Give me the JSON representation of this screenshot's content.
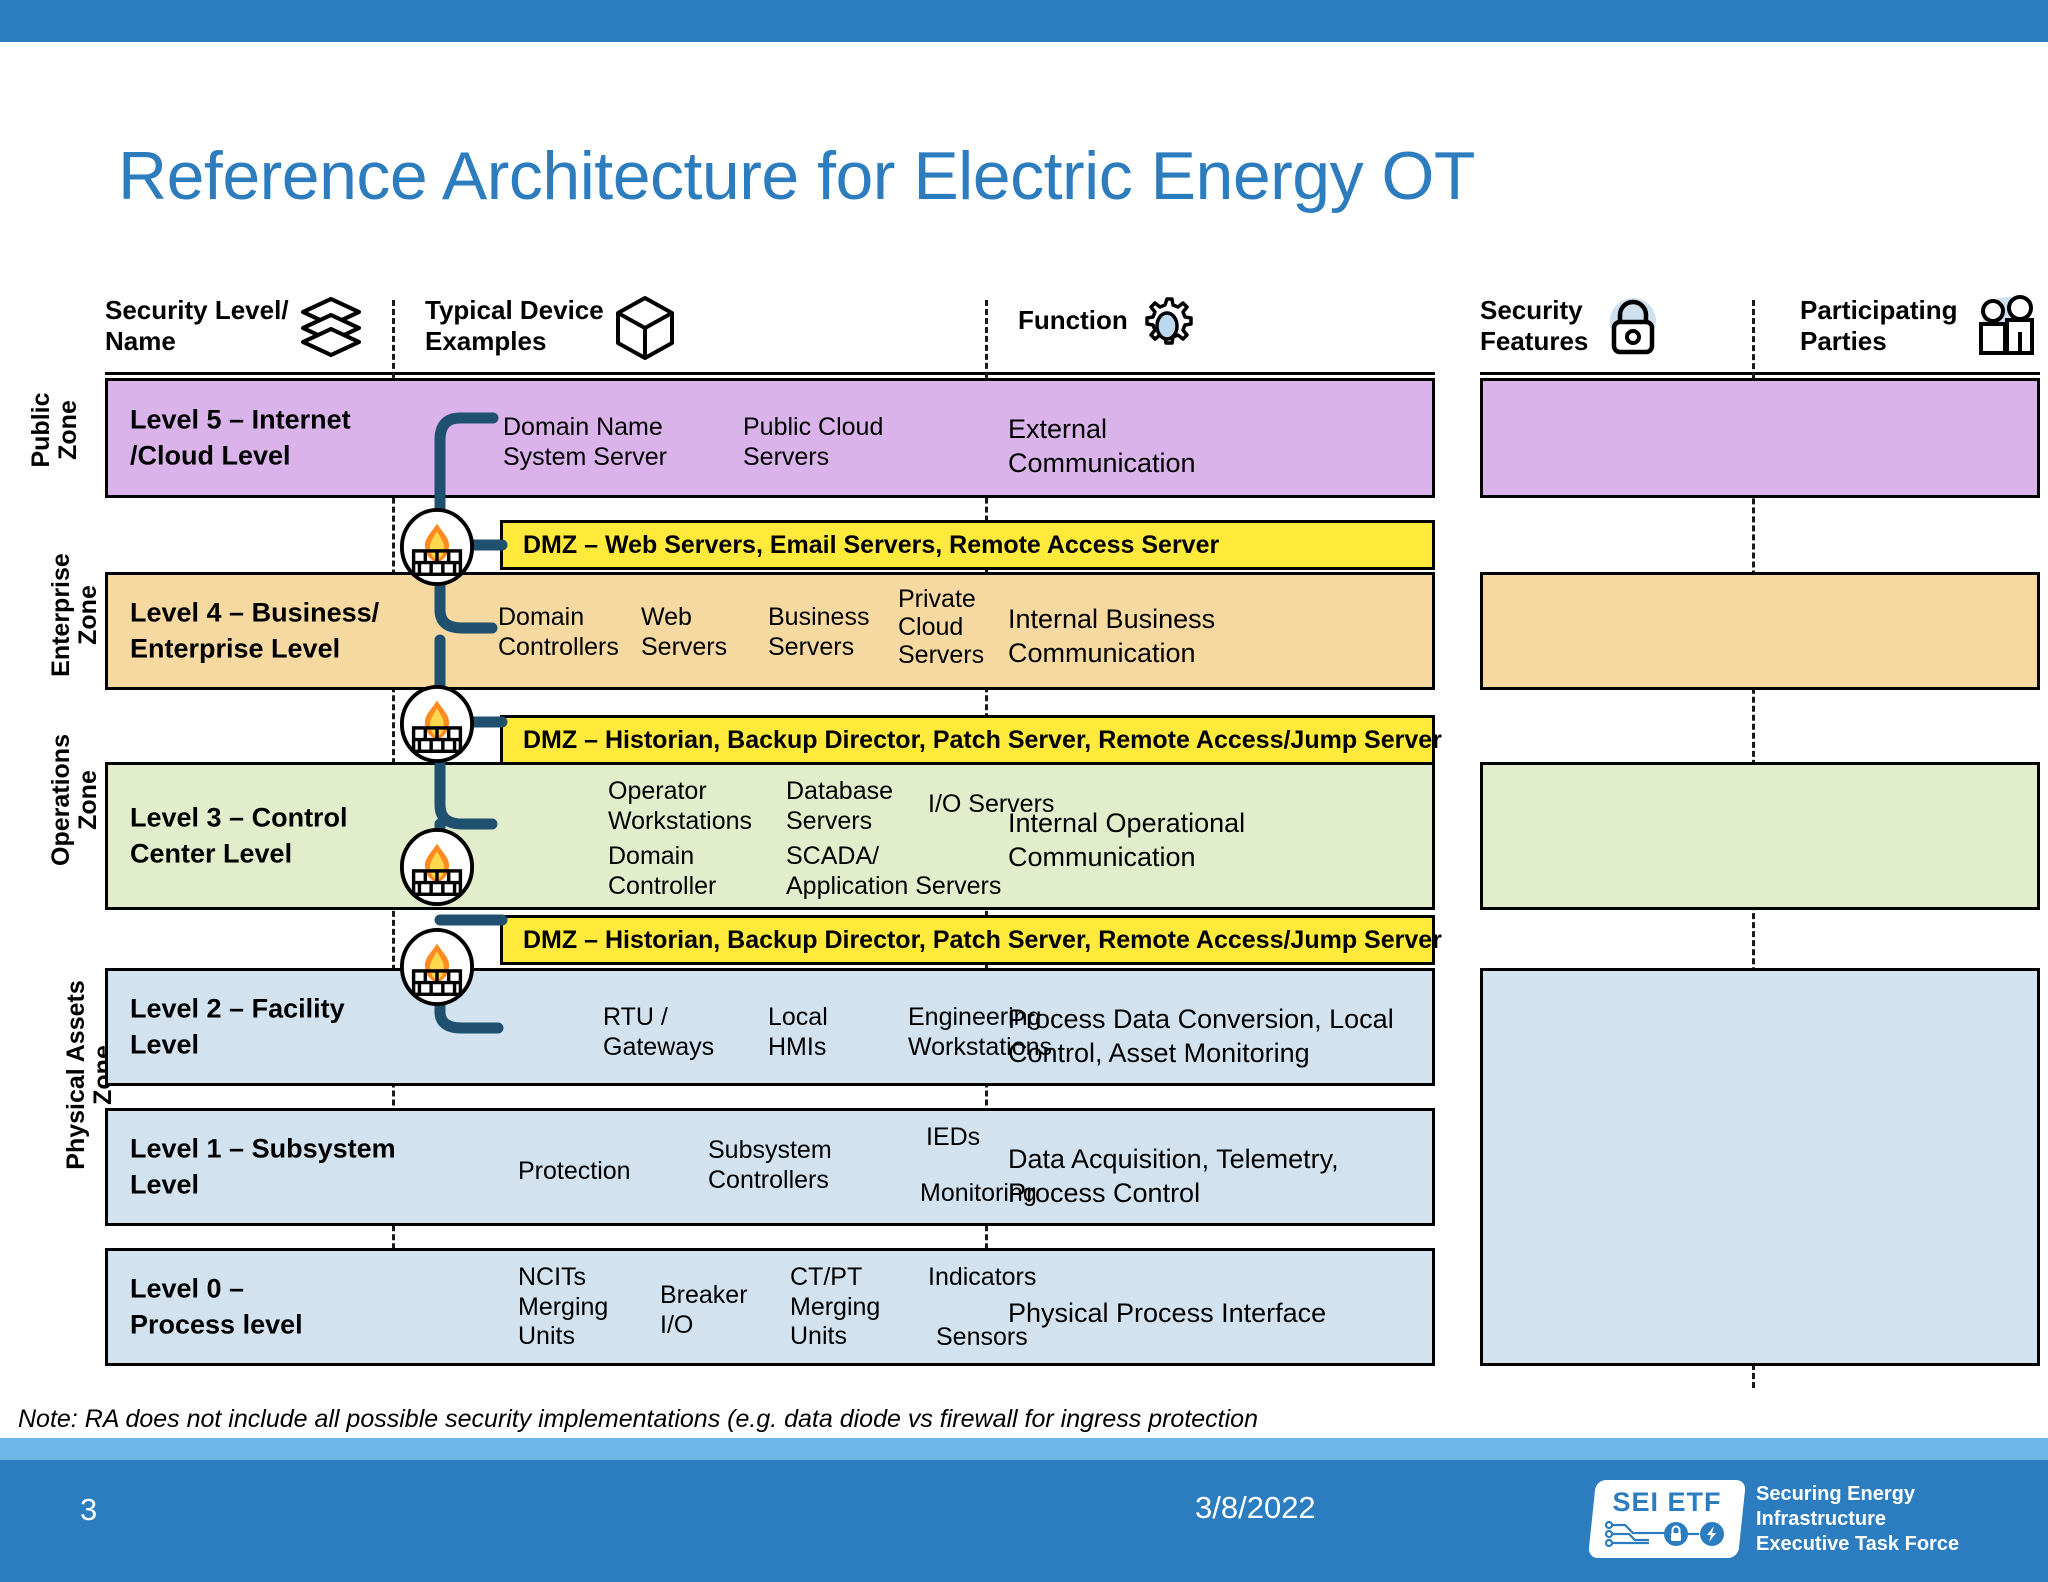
{
  "slide": {
    "title": "Reference Architecture for Electric Energy OT",
    "number": "3",
    "date": "3/8/2022",
    "note": "Note: RA does not include all possible security implementations (e.g. data diode vs firewall for ingress protection"
  },
  "logo": {
    "mark": "SEI ETF",
    "name": "Securing Energy\nInfrastructure\nExecutive Task Force",
    "icons": [
      "lock-icon",
      "lightning-bolt-icon",
      "circuit-icon"
    ]
  },
  "colors": {
    "title_blue": "#2d7cbd",
    "bar_blue": "#2c7cc0",
    "bar_light_blue": "#6cb6e8",
    "public_zone": "#d9b3ea",
    "enterprise_zone": "#f5d9a0",
    "operations_zone": "#e2eecb",
    "physical_zone": "#d2e3ef",
    "dmz_yellow": "#ffe93b",
    "connector": "#1f5070"
  },
  "columns": [
    {
      "id": "security-level-name",
      "label": "Security Level/\nName",
      "icon": "layers-icon"
    },
    {
      "id": "typical-device-examples",
      "label": "Typical Device\nExamples",
      "icon": "cube-icon"
    },
    {
      "id": "function",
      "label": "Function",
      "icon": "gear-icon"
    },
    {
      "id": "security-features",
      "label": "Security\nFeatures",
      "icon": "lock-icon"
    },
    {
      "id": "participating-parties",
      "label": "Participating\nParties",
      "icon": "people-icon"
    }
  ],
  "zones": [
    {
      "id": "public-zone",
      "label": "Public\nZone",
      "color": "#d9b3ea"
    },
    {
      "id": "enterprise-zone",
      "label": "Enterprise\nZone",
      "color": "#f5d9a0"
    },
    {
      "id": "operations-zone",
      "label": "Operations\nZone",
      "color": "#e2eecb"
    },
    {
      "id": "physical-assets-zone",
      "label": "Physical Assets Zone",
      "color": "#d2e3ef"
    }
  ],
  "levels": [
    {
      "id": "level-5",
      "name": "Level 5 – Internet\n/Cloud Level",
      "devices": [
        "Domain Name\nSystem Server",
        "Public Cloud\nServers"
      ],
      "function": "External\nCommunication",
      "color": "#d9b3ea"
    },
    {
      "id": "level-4",
      "name": "Level 4 – Business/\nEnterprise Level",
      "devices": [
        "Domain\nControllers",
        "Web\nServers",
        "Business\nServers",
        "Private\nCloud\nServers"
      ],
      "function": "Internal Business\nCommunication",
      "color": "#f5d9a0"
    },
    {
      "id": "level-3",
      "name": "Level 3 – Control\nCenter Level",
      "devices": [
        "Operator\nWorkstations",
        "Database\nServers",
        "I/O Servers",
        "Domain\nController",
        "SCADA/\nApplication Servers"
      ],
      "function": "Internal Operational\nCommunication",
      "color": "#e2eecb"
    },
    {
      "id": "level-2",
      "name": "Level 2 – Facility\nLevel",
      "devices": [
        "RTU /\nGateways",
        "Local\nHMIs",
        "Engineering\nWorkstations"
      ],
      "function": "Process Data Conversion, Local\nControl, Asset Monitoring",
      "color": "#d2e3ef"
    },
    {
      "id": "level-1",
      "name": "Level 1 – Subsystem\nLevel",
      "devices": [
        "Protection",
        "Subsystem\nControllers",
        "IEDs",
        "Monitoring"
      ],
      "function": "Data Acquisition, Telemetry,\nProcess Control",
      "color": "#d2e3ef"
    },
    {
      "id": "level-0",
      "name": "Level 0 –\nProcess level",
      "devices": [
        "NCITs\nMerging\nUnits",
        "Breaker\nI/O",
        "CT/PT\nMerging\nUnits",
        "Indicators",
        "Sensors"
      ],
      "function": "Physical Process Interface",
      "color": "#d2e3ef"
    }
  ],
  "dmz_bars": [
    {
      "id": "dmz-1",
      "label": "DMZ – Web Servers, Email Servers, Remote Access Server"
    },
    {
      "id": "dmz-2",
      "label": "DMZ – Historian, Backup Director, Patch Server, Remote Access/Jump Server"
    },
    {
      "id": "dmz-3",
      "label": "DMZ – Historian, Backup Director, Patch Server, Remote Access/Jump Server"
    }
  ],
  "firewalls": [
    {
      "id": "firewall-1",
      "icon": "firewall-icon"
    },
    {
      "id": "firewall-2",
      "icon": "firewall-icon"
    },
    {
      "id": "firewall-3",
      "icon": "firewall-icon"
    },
    {
      "id": "firewall-4",
      "icon": "firewall-icon"
    }
  ],
  "right_panels": [
    {
      "id": "panel-public",
      "color": "#d9b3ea"
    },
    {
      "id": "panel-enterprise",
      "color": "#f5d9a0"
    },
    {
      "id": "panel-operations",
      "color": "#e2eecb"
    },
    {
      "id": "panel-physical",
      "color": "#d2e3ef"
    }
  ]
}
